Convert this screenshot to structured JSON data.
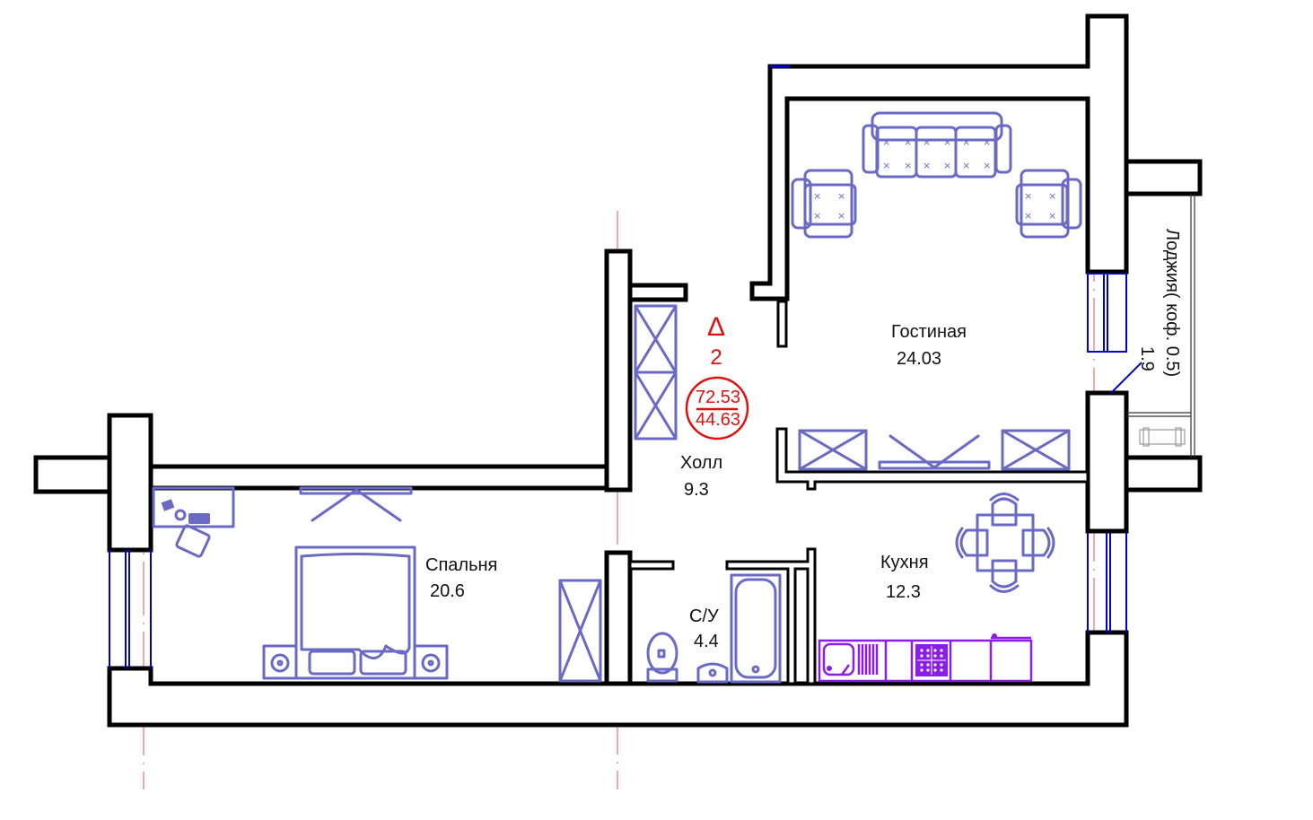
{
  "plan": {
    "type": "apartment-floor-plan",
    "rooms": [
      {
        "id": "living",
        "name": "Гостиная",
        "area": "24.03"
      },
      {
        "id": "hall",
        "name": "Холл",
        "area": "9.3"
      },
      {
        "id": "bedroom",
        "name": "Спальня",
        "area": "20.6"
      },
      {
        "id": "kitchen",
        "name": "Кухня",
        "area": "12.3"
      },
      {
        "id": "bathroom",
        "name": "С/У",
        "area": "4.4"
      }
    ],
    "loggia": {
      "name": "Лоджия( коф. 0.5)",
      "area": "1.9"
    },
    "apartment": {
      "marker": "Δ",
      "rooms_count": "2",
      "total_area": "72.53",
      "living_area": "44.63"
    },
    "colors": {
      "walls": "#000000",
      "furniture": "#6a6ac4",
      "kitchen_units": "#8a1ee8",
      "windows": "#0000cc",
      "axes": "#d9534f",
      "annotation": "#e01010"
    }
  }
}
